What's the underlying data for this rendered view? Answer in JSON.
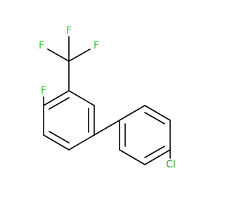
{
  "molecule": {
    "atoms": {
      "f_top_left": "F",
      "f_top_right": "F",
      "f_middle": "F",
      "f_ring": "F",
      "cl": "Cl"
    }
  },
  "colors": {
    "fluorine": "#33cc33",
    "chlorine": "#1fa01f",
    "bond": "#000000"
  }
}
